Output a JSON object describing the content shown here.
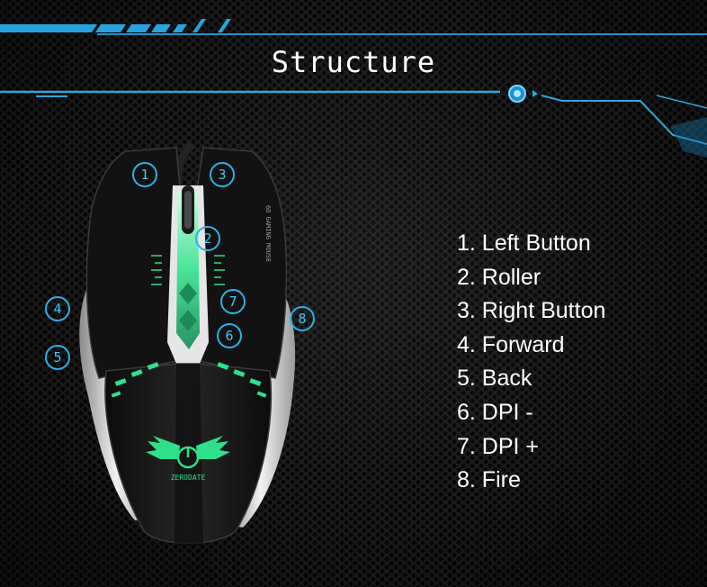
{
  "title": "Structure",
  "brand": "ZERODATE",
  "side_text": "6D GAMING MOUSE",
  "features": [
    "1. Left Button",
    "2. Roller",
    "3. Right Button",
    "4. Forward",
    "5. Back",
    "6. DPI -",
    "7. DPI +",
    "8. Fire"
  ],
  "callouts": [
    "1",
    "2",
    "3",
    "4",
    "5",
    "6",
    "7",
    "8"
  ],
  "colors": {
    "accent": "#2fb0e6",
    "mouse_glow": "#2fe08a",
    "text": "#ffffff"
  }
}
